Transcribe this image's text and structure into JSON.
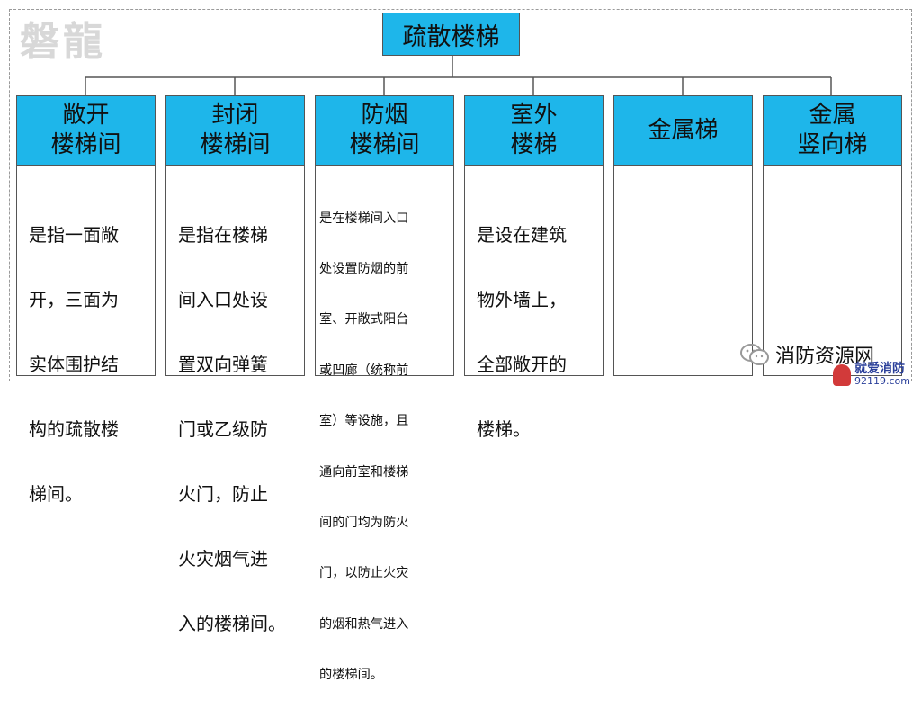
{
  "watermark": "磐龍",
  "root": {
    "label": "疏散楼梯"
  },
  "columns": [
    {
      "title_lines": [
        "敞开",
        "楼梯间"
      ],
      "desc_lines": [
        "是指一面敞",
        "开，三面为",
        "实体围护结",
        "构的疏散楼",
        "梯间。"
      ]
    },
    {
      "title_lines": [
        "封闭",
        "楼梯间"
      ],
      "desc_lines": [
        "是指在楼梯",
        "间入口处设",
        "置双向弹簧",
        "门或乙级防",
        "火门，防止",
        "火灾烟气进",
        "入的楼梯间。"
      ]
    },
    {
      "title_lines": [
        "防烟",
        "楼梯间"
      ],
      "desc_lines": [
        "是在楼梯间入口",
        "处设置防烟的前",
        "室、开敞式阳台",
        "或凹廊（统称前",
        "室）等设施，且",
        "通向前室和楼梯",
        "间的门均为防火",
        "门，以防止火灾",
        "的烟和热气进入",
        "的楼梯间。"
      ]
    },
    {
      "title_lines": [
        "室外",
        "楼梯"
      ],
      "desc_lines": [
        "是设在建筑",
        "物外墙上，",
        "全部敞开的",
        "楼梯。"
      ]
    },
    {
      "title_lines": [
        "金属梯",
        ""
      ],
      "desc_lines": []
    },
    {
      "title_lines": [
        "金属",
        "竖向梯"
      ],
      "desc_lines": []
    }
  ],
  "footer": {
    "wechat_name": "消防资源网",
    "logo_title": "就爱消防",
    "logo_url": "92119.com"
  },
  "colors": {
    "header_fill": "#1eb6ea",
    "border": "#555555"
  }
}
